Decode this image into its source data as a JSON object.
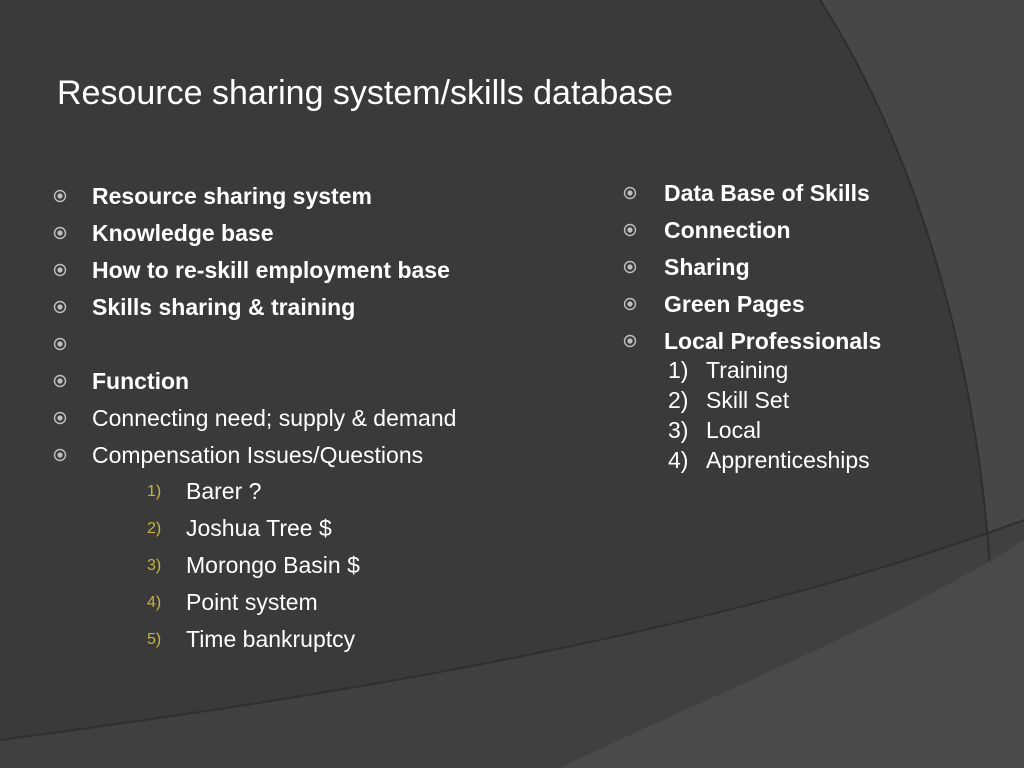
{
  "slide": {
    "title": "Resource sharing system/skills database",
    "left_items": [
      {
        "text": "Resource sharing system",
        "bold": true
      },
      {
        "text": "Knowledge base",
        "bold": true
      },
      {
        "text": "How to re-skill employment base",
        "bold": true
      },
      {
        "text": "Skills sharing & training",
        "bold": true
      },
      {
        "text": "",
        "bold": true
      },
      {
        "text": "Function",
        "bold": true
      },
      {
        "text": "Connecting need; supply & demand",
        "bold": false
      },
      {
        "text": "Compensation Issues/Questions",
        "bold": false
      }
    ],
    "left_numbered": [
      {
        "num": "1)",
        "text": "Barer ?"
      },
      {
        "num": "2)",
        "text": "Joshua Tree $"
      },
      {
        "num": "3)",
        "text": "Morongo Basin $"
      },
      {
        "num": "4)",
        "text": "Point system"
      },
      {
        "num": "5)",
        "text": "Time bankruptcy"
      }
    ],
    "right_items": [
      {
        "text": "Data Base of Skills",
        "bold": true
      },
      {
        "text": "Connection",
        "bold": true
      },
      {
        "text": "Sharing",
        "bold": true
      },
      {
        "text": "Green Pages",
        "bold": true
      },
      {
        "text": "Local Professionals",
        "bold": true
      }
    ],
    "right_numbered": [
      {
        "num": "1)",
        "text": "Training"
      },
      {
        "num": "2)",
        "text": "Skill Set"
      },
      {
        "num": "3)",
        "text": "Local"
      },
      {
        "num": "4)",
        "text": "Apprenticeships"
      }
    ]
  },
  "colors": {
    "background": "#3a3a3a",
    "curve": "#484848",
    "text": "#ffffff",
    "bullet": "#bfbfbf",
    "number_accent": "#c8b341"
  },
  "icons": {
    "bullet": "circled-dot-icon"
  }
}
